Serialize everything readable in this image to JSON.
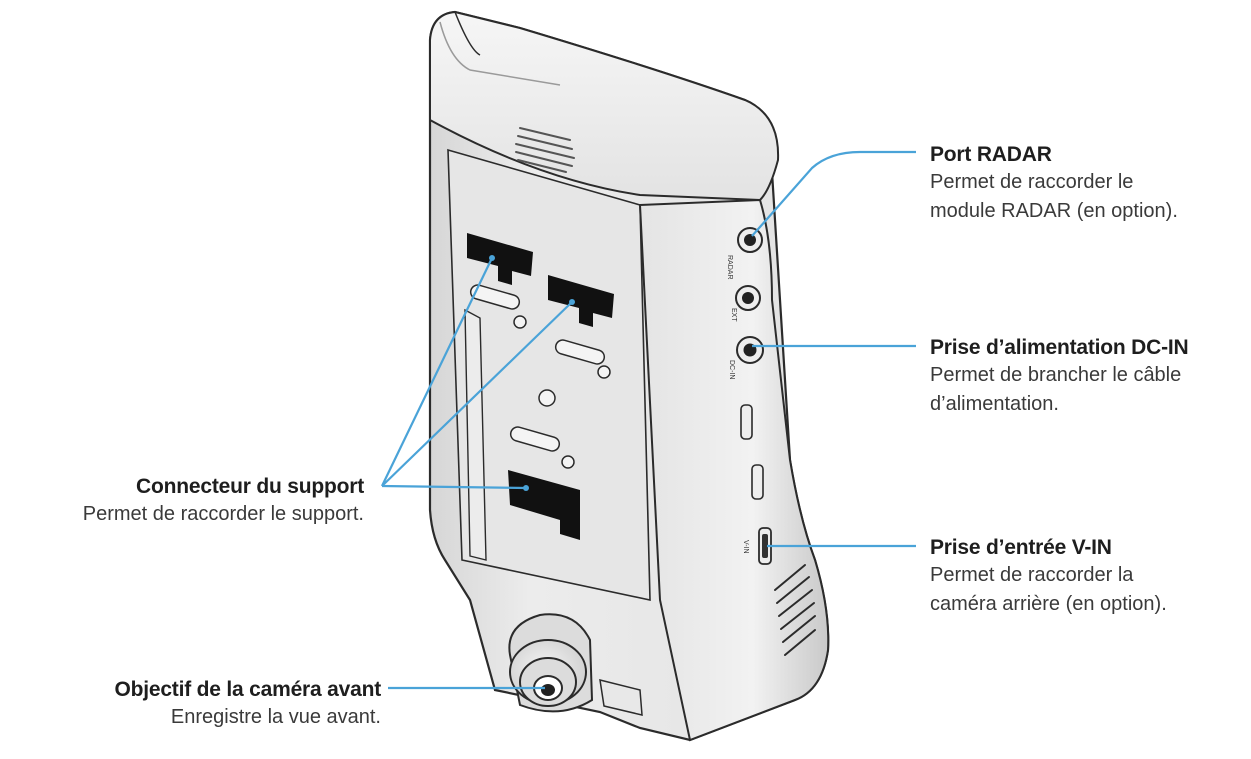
{
  "port_labels": {
    "radar": "RADAR",
    "ext": "EXT",
    "dc_in": "DC-IN",
    "v_in": "V-IN"
  },
  "callouts": {
    "radar": {
      "title": "Port RADAR",
      "desc_line1": "Permet de raccorder le",
      "desc_line2": "module RADAR (en option)."
    },
    "dc_in": {
      "title": "Prise d’alimentation DC-IN",
      "desc_line1": "Permet de brancher le câble",
      "desc_line2": "d’alimentation."
    },
    "v_in": {
      "title": "Prise d’entrée V-IN",
      "desc_line1": "Permet de raccorder la",
      "desc_line2": "caméra arrière (en option)."
    },
    "mount": {
      "title": "Connecteur du support",
      "desc_line1": "Permet de raccorder le support."
    },
    "lens": {
      "title": "Objectif de la caméra avant",
      "desc_line1": "Enregistre la vue avant."
    }
  },
  "colors": {
    "leader_line": "#4aa3d8",
    "outline": "#2b2b2b",
    "body_fill": "#eeeeee",
    "body_shade": "#d9d9d9"
  }
}
